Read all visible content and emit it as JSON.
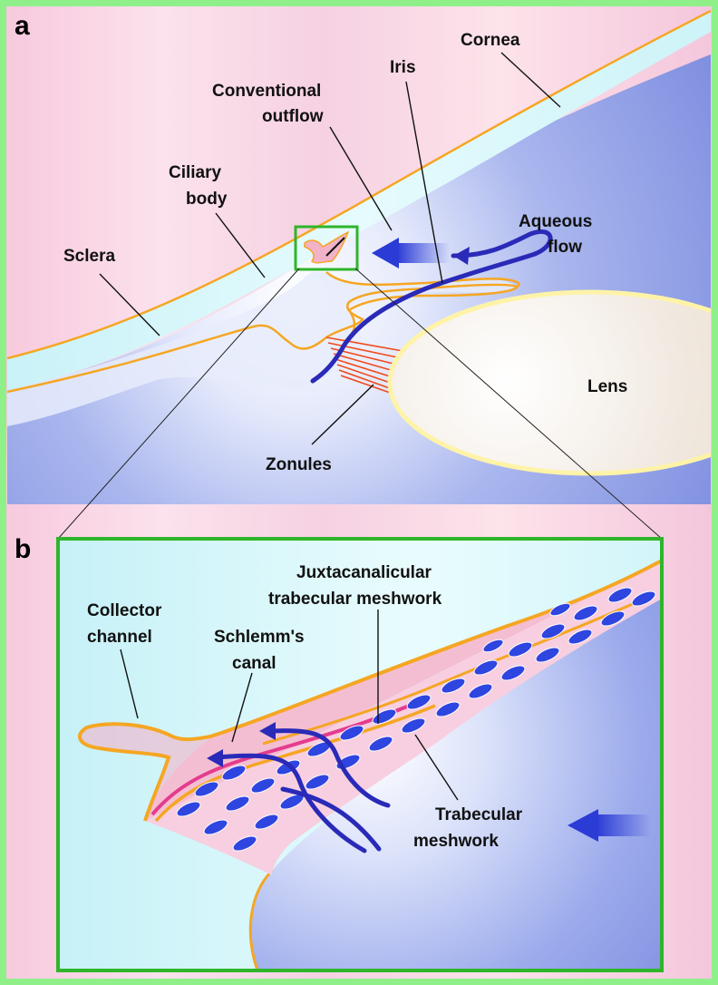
{
  "panel_a": {
    "tag": "a",
    "labels": {
      "cornea": "Cornea",
      "iris": "Iris",
      "conventional_outflow": [
        "Conventional",
        "outflow"
      ],
      "ciliary_body": [
        "Ciliary",
        "body"
      ],
      "aqueous_flow": [
        "Aqueous",
        "flow"
      ],
      "sclera": "Sclera",
      "lens": "Lens",
      "zonules": "Zonules"
    }
  },
  "panel_b": {
    "tag": "b",
    "labels": {
      "juxtacanalicular": [
        "Juxtacanalicular",
        "trabecular meshwork"
      ],
      "collector_channel": [
        "Collector",
        "channel"
      ],
      "schlemms_canal": [
        "Schlemm's",
        "canal"
      ],
      "trabecular_meshwork": [
        "Trabecular",
        "meshwork"
      ]
    }
  },
  "colors": {
    "frame_green": "#8ff08a",
    "box_green": "#2fb52a",
    "sclera_pink": "#f7cde0",
    "cornea_cyan": "#d6f7fb",
    "chamber_blue": "#8e9ee8",
    "orange_line": "#f5a623",
    "flow_blue": "#2a2ab8",
    "lens_fill": "#f6efe6",
    "lens_rim": "#fff2a8"
  }
}
